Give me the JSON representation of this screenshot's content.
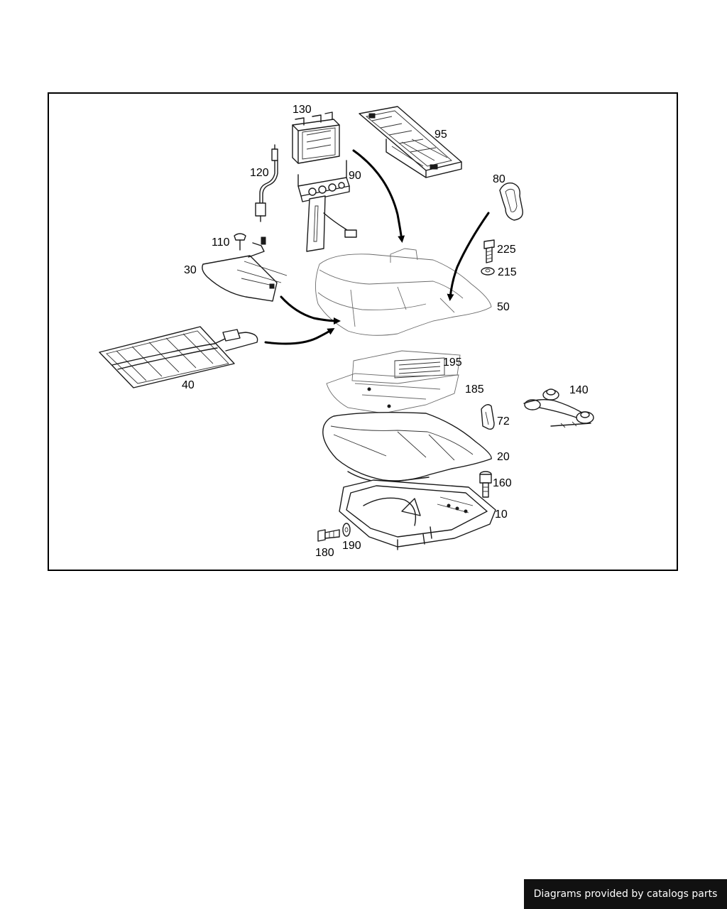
{
  "diagram": {
    "part_labels": {
      "p130": "130",
      "p95": "95",
      "p120": "120",
      "p90": "90",
      "p80": "80",
      "p110": "110",
      "p225": "225",
      "p215": "215",
      "p30": "30",
      "p50": "50",
      "p40": "40",
      "p195": "195",
      "p185": "185",
      "p140": "140",
      "p72": "72",
      "p20": "20",
      "p160": "160",
      "p10": "10",
      "p180": "180",
      "p190": "190"
    }
  },
  "footer": {
    "credit": "Diagrams provided by catalogs parts"
  }
}
